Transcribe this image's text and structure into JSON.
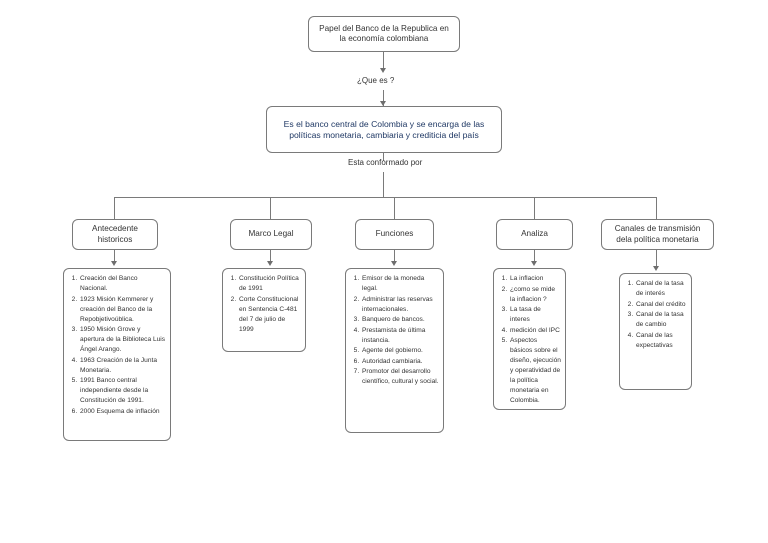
{
  "diagram": {
    "title": "Papel del Banco de la Republica en la economia colombiana",
    "root": {
      "label": "Papel del Banco de la Republica en la economía colombiana"
    },
    "edge_labels": {
      "que_es": "¿Que es ?",
      "esta_conformado_por": "Esta conformado por"
    },
    "definition": {
      "label": "Es el banco central de Colombia y se encarga de las políticas monetaria, cambiaria y crediticia del país",
      "color": "#1f3864"
    },
    "categories": [
      {
        "id": "antecedentes-historicos",
        "label": "Antecedente historicos",
        "items": [
          "Creación del Banco Nacional.",
          "1923 Misión Kemmerer y creación del Banco de la Repobjetivoública.",
          "1950 Misión Grove y apertura de la Biblioteca Luis Ángel Arango.",
          "1963 Creación de la Junta Monetaria.",
          "1991 Banco central independiente desde la Constitución de 1991.",
          "2000 Esquema de inflación"
        ]
      },
      {
        "id": "marco-legal",
        "label": "Marco Legal",
        "items": [
          "Constitución Política de 1991",
          "Corte Constitucional en Sentencia C-481 del 7 de julio de 1999"
        ]
      },
      {
        "id": "funciones",
        "label": "Funciones",
        "items": [
          "Emisor de la moneda legal.",
          "Administrar las reservas internacionales.",
          "Banquero de bancos.",
          "Prestamista de última instancia.",
          "Agente del gobierno.",
          "Autoridad cambiaria.",
          "Promotor del desarrollo científico, cultural y social."
        ]
      },
      {
        "id": "analiza",
        "label": "Analiza",
        "items": [
          "La inflacion",
          "¿como se mide la inflacion ?",
          "La tasa de interes",
          "medición del IPC",
          "Aspectos básicos sobre el diseño, ejecución y operatividad de la política monetaria en Colombia."
        ]
      },
      {
        "id": "canales-de-transmision",
        "label": "Canales de transmisión dela política monetaria",
        "items": [
          "Canal de la tasa de interés",
          "Canal del crédito",
          "Canal de la tasa de cambio",
          "Canal de las expectativas"
        ]
      }
    ],
    "colors": {
      "stroke": "#7a7a7a",
      "text": "#333333",
      "accent": "#1f3864",
      "background": "#ffffff"
    }
  }
}
